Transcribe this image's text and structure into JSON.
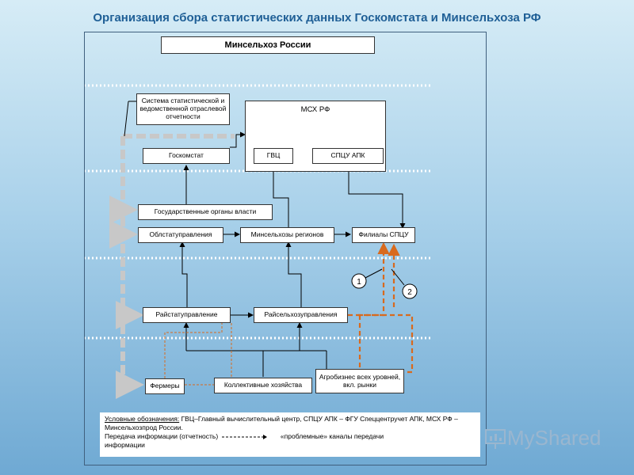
{
  "slide": {
    "title": "Организация сбора статистических данных Госкомстата и Минсельхоза РФ"
  },
  "boxes": {
    "minselhoz": "Минсельхоз России",
    "sistema": "Система статистической и ведомственной отраслевой отчетности",
    "msh": "МСХ РФ",
    "goskomstat": "Госкомстат",
    "gvc": "ГВЦ",
    "spcu": "СПЦУ АПК",
    "gos_organy": "Государственные органы власти",
    "oblstat": "Облстатуправления",
    "minselhozy_regionov": "Минсельхозы регионов",
    "filialy": "Филиалы СПЦУ",
    "raistat": "Райстатуправление",
    "raiselhoz": "Райсельхозуправления",
    "fermery": "Фермеры",
    "kollektivnye": "Коллективные хозяйства",
    "agrobiznes": "Агробизнес всех уровней, вкл. рынки"
  },
  "markers": {
    "one": "1",
    "two": "2"
  },
  "legend": {
    "heading": "Условные обозначения:",
    "definitions": " ГВЦ–Главный вычислительный центр, СПЦУ АПК – ФГУ Спеццентручет АПК, МСХ РФ – Минсельхозпрод России.",
    "transfer_label": "Передача информации (отчетность)",
    "problem_label": "«проблемные» каналы передачи",
    "problem_label_2": "информации"
  },
  "watermark": {
    "text": "MyShared"
  },
  "colors": {
    "title": "#1f5f96",
    "problem_channel": "#d86a1e",
    "grey_arrow": "#c8c8c8",
    "separator": "#ffffff"
  }
}
